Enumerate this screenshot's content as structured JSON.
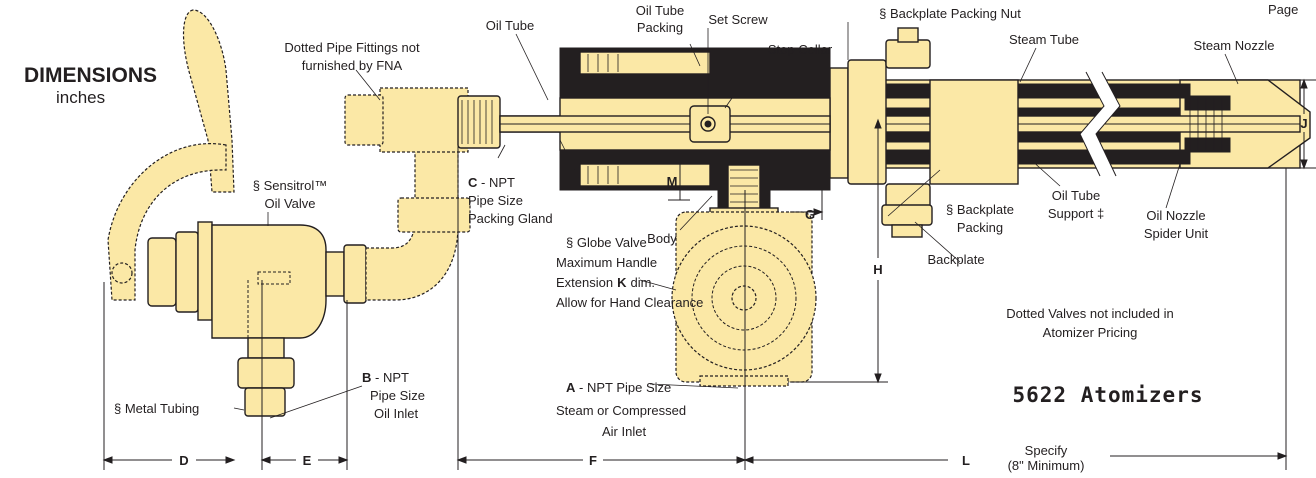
{
  "page": {
    "corner_text": "Page"
  },
  "heading": {
    "title": "DIMENSIONS",
    "subtitle": "inches"
  },
  "model": "5622 Atomizers",
  "notes": {
    "dotted_fittings": [
      "Dotted Pipe Fittings not",
      "furnished by FNA"
    ],
    "dotted_valves": [
      "Dotted Valves not included in",
      "Atomizer Pricing"
    ]
  },
  "callouts": {
    "oil_tube": "Oil Tube",
    "oil_tube_packing": [
      "Oil Tube",
      "Packing"
    ],
    "set_screw": "Set Screw",
    "stop_collar": "Stop Collar",
    "backplate_packing_nut": "§ Backplate Packing Nut",
    "steam_tube": "Steam Tube",
    "steam_nozzle": "Steam Nozzle",
    "sensitrol": [
      "§ Sensitrol™",
      "Oil Valve"
    ],
    "packing_gland": {
      "letter": "C",
      "lines": [
        " - NPT",
        "Pipe Size",
        "Packing Gland"
      ]
    },
    "body": "Body",
    "globe_valve": [
      "§ Globe Valve",
      "Maximum Handle",
      "Extension",
      "dim.",
      "Allow for Hand Clearance"
    ],
    "backplate_packing": [
      "§ Backplate",
      "Packing"
    ],
    "oil_tube_support": [
      "Oil Tube",
      "Support  ‡"
    ],
    "oil_nozzle": [
      "Oil Nozzle",
      "Spider Unit"
    ],
    "backplate": "Backplate",
    "metal_tubing": "§ Metal Tubing",
    "oil_inlet": {
      "letter": "B",
      "lines": [
        " - NPT",
        "Pipe Size",
        "Oil Inlet"
      ]
    },
    "steam_inlet": {
      "letter": "A",
      "lines": [
        " - NPT Pipe Size",
        "Steam or Compressed",
        "Air Inlet"
      ]
    }
  },
  "dimensions": {
    "D": "D",
    "E": "E",
    "F": "F",
    "G": "G",
    "H": "H",
    "J": "J",
    "K": "K",
    "L": "L",
    "M": "M",
    "L_note": [
      "Specify",
      "(8\" Minimum)"
    ]
  }
}
